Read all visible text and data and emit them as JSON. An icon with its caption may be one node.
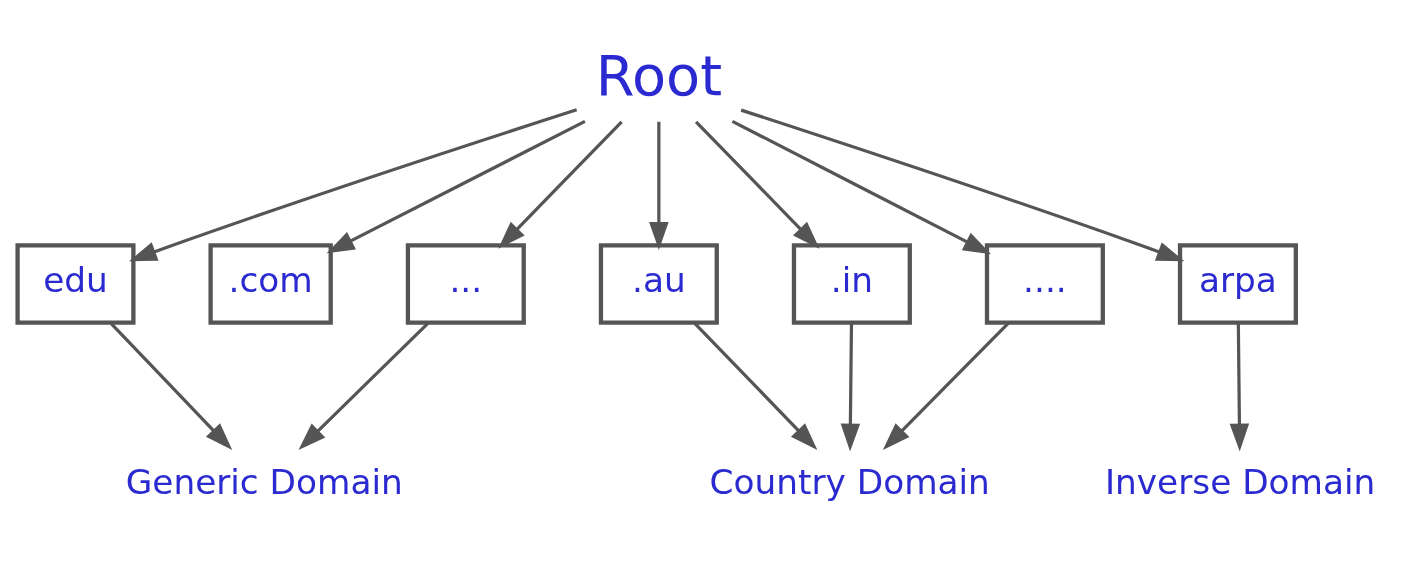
{
  "diagram": {
    "nodes": [
      {
        "text": [
          "Root"
        ]
      },
      {
        "text": [
          "edu"
        ]
      },
      {
        "text": [
          ".com"
        ]
      },
      {
        "text": [
          "..."
        ]
      },
      {
        "text": [
          ".au"
        ]
      },
      {
        "text": [
          ".in"
        ]
      },
      {
        "text": [
          "...."
        ]
      },
      {
        "text": [
          "arpa"
        ]
      },
      {
        "text": [
          "Generic Domain"
        ]
      },
      {
        "text": [
          "Country Domain"
        ]
      },
      {
        "text": [
          "Inverse Domain"
        ]
      }
    ],
    "edges": [
      {
        "from": 0,
        "to": 1,
        "arrow": "to"
      },
      {
        "from": 0,
        "to": 2,
        "arrow": "to"
      },
      {
        "from": 0,
        "to": 3,
        "arrow": "to"
      },
      {
        "from": 0,
        "to": 4,
        "arrow": "to"
      },
      {
        "from": 0,
        "to": 5,
        "arrow": "to"
      },
      {
        "from": 0,
        "to": 6,
        "arrow": "to"
      },
      {
        "from": 0,
        "to": 7,
        "arrow": "to"
      },
      {
        "from": 1,
        "to": 8,
        "arrow": "to"
      },
      {
        "from": 3,
        "to": 8,
        "arrow": "to"
      },
      {
        "from": 4,
        "to": 9,
        "arrow": "to"
      },
      {
        "from": 5,
        "to": 9,
        "arrow": "to"
      },
      {
        "from": 6,
        "to": 9,
        "arrow": "to"
      },
      {
        "from": 7,
        "to": 10,
        "arrow": "to"
      }
    ]
  }
}
